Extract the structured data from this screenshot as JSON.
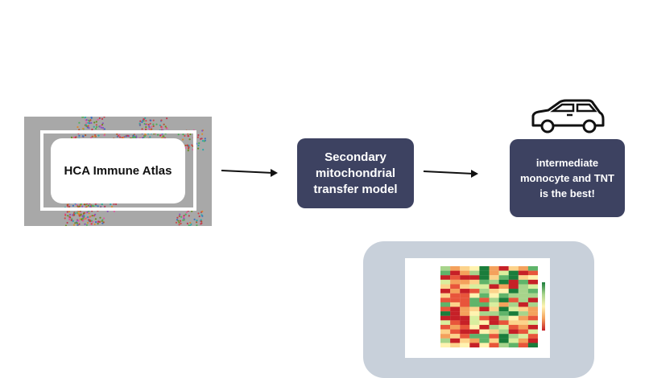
{
  "atlas": {
    "label": "HCA Immune Atlas"
  },
  "model": {
    "label_lines": [
      "Secondary",
      "mitochondrial",
      "transfer model"
    ]
  },
  "result": {
    "label": "intermediate monocyte and TNT is the best!"
  },
  "icons": {
    "vehicle": "car-icon",
    "flow": "arrow-right-icon"
  },
  "colors": {
    "box_fill": "#3d4261",
    "panel_fill": "#c8d0da",
    "atlas_bg": "#a8a8a8",
    "heat_high": "#1a7d3b",
    "heat_mid": "#fff3b0",
    "heat_low": "#c62027"
  },
  "heatmap": {
    "title_lines": [
      "",
      ""
    ],
    "rows": 18,
    "cols": 10,
    "row_labels": [],
    "col_labels": []
  }
}
